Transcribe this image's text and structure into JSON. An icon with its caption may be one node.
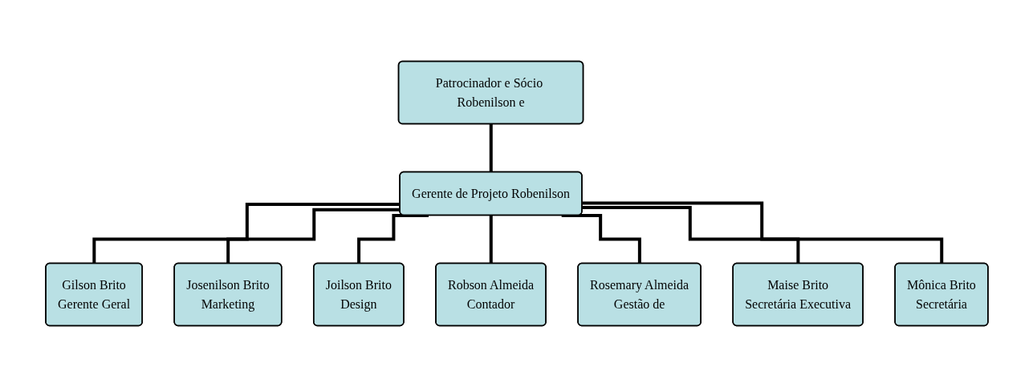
{
  "diagram": {
    "nodes": [
      {
        "text": [
          "Patrocinador e Sócio Robenilson e"
        ]
      },
      {
        "text": [
          "Gerente de Projeto Robenilson"
        ]
      },
      {
        "text": [
          "Gilson Brito",
          "Gerente Geral"
        ]
      },
      {
        "text": [
          "Josenilson Brito",
          "Marketing"
        ]
      },
      {
        "text": [
          "Joilson Brito",
          "Design"
        ]
      },
      {
        "text": [
          "Robson Almeida",
          "Contador"
        ]
      },
      {
        "text": [
          "Rosemary Almeida",
          "Gestão de"
        ]
      },
      {
        "text": [
          "Maise Brito",
          "Secretária Executiva"
        ]
      },
      {
        "text": [
          "Mônica Brito",
          "Secretária"
        ]
      }
    ],
    "edges": [
      {
        "from": 0,
        "to": 1,
        "arrow": "none"
      },
      {
        "from": 1,
        "to": 2,
        "arrow": "none"
      },
      {
        "from": 1,
        "to": 3,
        "arrow": "none"
      },
      {
        "from": 1,
        "to": 4,
        "arrow": "none"
      },
      {
        "from": 1,
        "to": 5,
        "arrow": "none"
      },
      {
        "from": 1,
        "to": 6,
        "arrow": "none"
      },
      {
        "from": 1,
        "to": 7,
        "arrow": "none"
      },
      {
        "from": 1,
        "to": 8,
        "arrow": "none"
      }
    ]
  }
}
